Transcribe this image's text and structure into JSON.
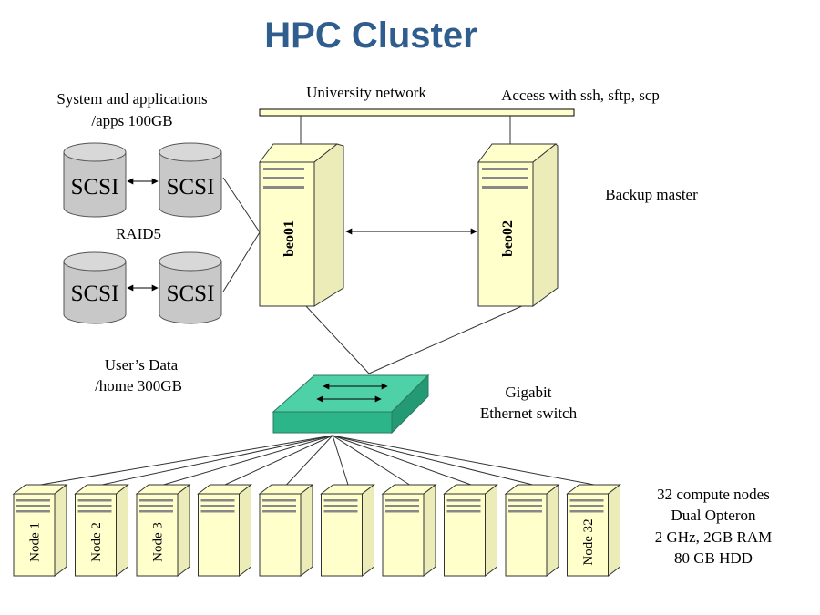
{
  "title": "HPC Cluster",
  "storage": {
    "system_label": "System and applications",
    "apps_label": "/apps  100GB",
    "raid_label": "RAID5",
    "disk_label": "SCSI",
    "users_label": "User’s Data",
    "home_label": "/home  300GB"
  },
  "network": {
    "university_label": "University network",
    "access_label": "Access with ssh, sftp, scp"
  },
  "servers": {
    "master_name": "beo01",
    "backup_name": "beo02",
    "backup_caption": "Backup master"
  },
  "switch": {
    "line1": "Gigabit",
    "line2": "Ethernet switch"
  },
  "nodes": {
    "labels": [
      "Node 1",
      "Node 2",
      "Node 3",
      "",
      "",
      "",
      "",
      "",
      "",
      "Node 32"
    ],
    "caption": [
      "32 compute nodes",
      "Dual Opteron",
      "2 GHz, 2GB RAM",
      "80 GB HDD"
    ]
  },
  "colors": {
    "server_face": "#ffffcc",
    "server_side": "#ececb8",
    "disk_fill": "#c8c8c8",
    "switch_top": "#4fd1a7",
    "switch_front": "#2db58a",
    "title": "#2f5e8e"
  }
}
